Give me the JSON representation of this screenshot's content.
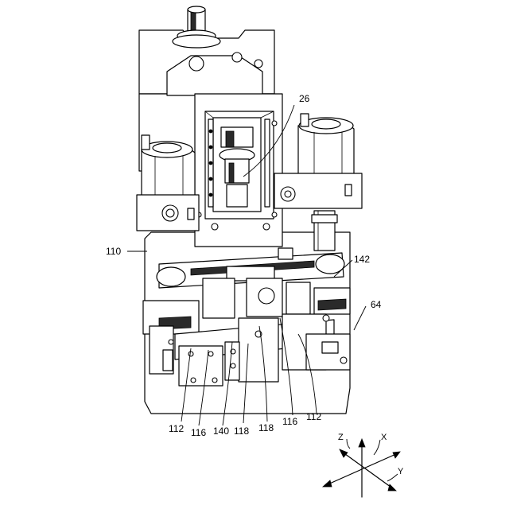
{
  "figure": {
    "labels": {
      "ref_26": "26",
      "ref_110": "110",
      "ref_142": "142",
      "ref_64": "64",
      "ref_112_left": "112",
      "ref_116_left": "116",
      "ref_140": "140",
      "ref_118_left": "118",
      "ref_118_right": "118",
      "ref_116_right": "116",
      "ref_112_right": "112"
    },
    "axes": {
      "z": "Z",
      "x": "X",
      "y": "Y"
    }
  }
}
